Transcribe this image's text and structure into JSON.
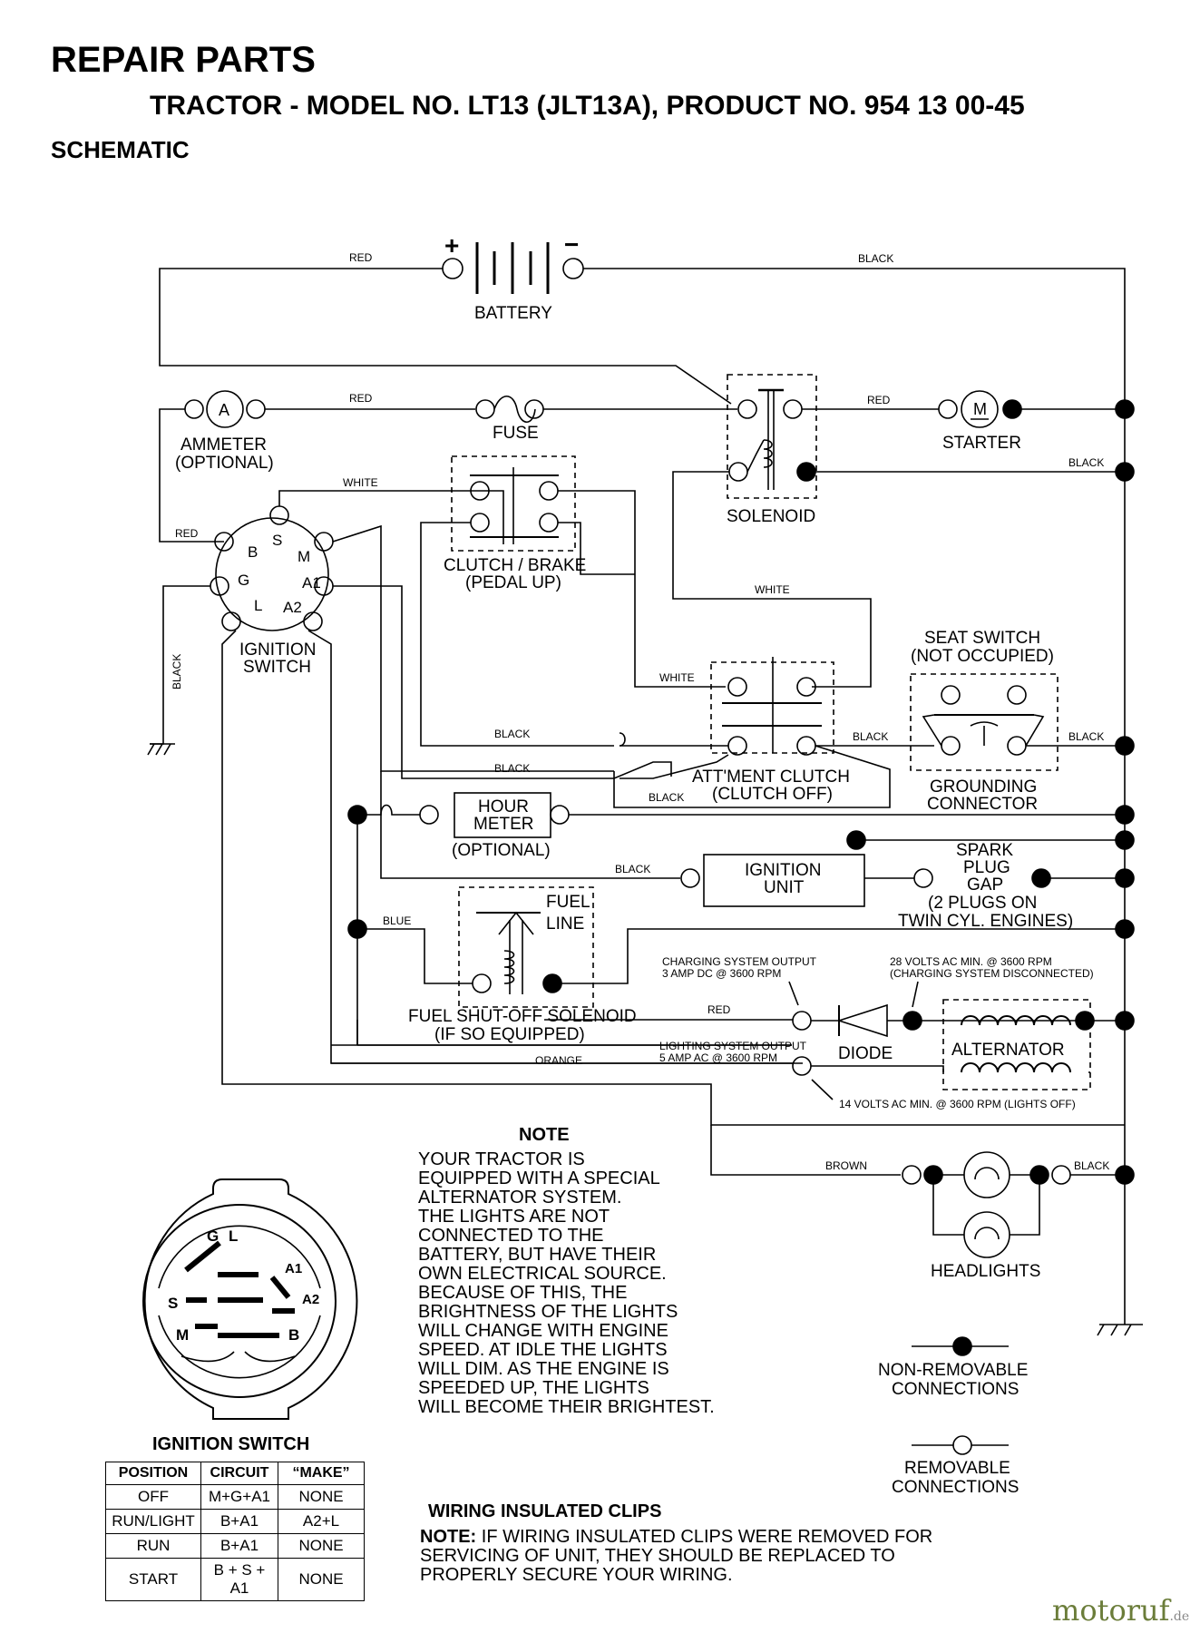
{
  "header": {
    "title": "REPAIR PARTS",
    "subtitle": "TRACTOR - MODEL NO. LT13 (JLT13A), PRODUCT NO. 954 13 00-45",
    "section": "SCHEMATIC"
  },
  "components": {
    "battery": "BATTERY",
    "battery_plus": "+",
    "battery_minus": "−",
    "ammeter": "AMMETER",
    "ammeter_sub": "(OPTIONAL)",
    "ammeter_symbol": "A",
    "fuse": "FUSE",
    "solenoid": "SOLENOID",
    "starter": "STARTER",
    "starter_symbol": "M",
    "clutch_brake": "CLUTCH / BRAKE",
    "clutch_brake_sub": "(PEDAL UP)",
    "ignition_switch": "IGNITION",
    "ignition_switch_2": "SWITCH",
    "seat_switch": "SEAT SWITCH",
    "seat_switch_sub": "(NOT OCCUPIED)",
    "attment_clutch": "ATT'MENT CLUTCH",
    "attment_clutch_sub": "(CLUTCH OFF)",
    "grounding": "GROUNDING",
    "grounding_2": "CONNECTOR",
    "hour_meter": "HOUR",
    "hour_meter_2": "METER",
    "hour_meter_sub": "(OPTIONAL)",
    "ignition_unit": "IGNITION",
    "ignition_unit_2": "UNIT",
    "spark_plug_1": "SPARK",
    "spark_plug_2": "PLUG",
    "spark_plug_3": "GAP",
    "spark_plug_4": "(2 PLUGS ON",
    "spark_plug_5": "TWIN CYL. ENGINES)",
    "fuel_line": "FUEL",
    "fuel_line_2": "LINE",
    "fuel_solenoid": "FUEL SHUT-OFF SOLENOID",
    "fuel_solenoid_sub": "(IF SO EQUIPPED)",
    "diode": "DIODE",
    "alternator": "ALTERNATOR",
    "headlights": "HEADLIGHTS",
    "charging_1": "CHARGING SYSTEM OUTPUT",
    "charging_2": "3 AMP DC @ 3600 RPM",
    "volts28_1": "28 VOLTS AC MIN. @ 3600 RPM",
    "volts28_2": "(CHARGING SYSTEM DISCONNECTED)",
    "lighting_1": "LIGHTING SYSTEM OUTPUT",
    "lighting_2": "5 AMP AC @ 3600 RPM",
    "volts14": "14 VOLTS AC MIN. @ 3600 RPM (LIGHTS OFF)",
    "nonremovable_1": "NON-REMOVABLE",
    "nonremovable_2": "CONNECTIONS",
    "removable_1": "REMOVABLE",
    "removable_2": "CONNECTIONS"
  },
  "terminals": {
    "b": "B",
    "s": "S",
    "m": "M",
    "g": "G",
    "a1": "A1",
    "l": "L",
    "a2": "A2"
  },
  "wires": {
    "red": "RED",
    "black": "BLACK",
    "white": "WHITE",
    "blue": "BLUE",
    "orange": "ORANGE",
    "brown": "BROWN"
  },
  "note": {
    "title": "NOTE",
    "lines": [
      "YOUR TRACTOR IS",
      "EQUIPPED WITH A SPECIAL",
      "ALTERNATOR SYSTEM.",
      "THE LIGHTS ARE NOT",
      "CONNECTED TO THE",
      "BATTERY, BUT HAVE THEIR",
      "OWN ELECTRICAL SOURCE.",
      "BECAUSE OF THIS, THE",
      "BRIGHTNESS OF THE LIGHTS",
      "WILL CHANGE WITH ENGINE",
      "SPEED.  AT IDLE THE LIGHTS",
      "WILL DIM.  AS THE ENGINE IS",
      "SPEEDED UP, THE LIGHTS",
      "WILL BECOME THEIR BRIGHTEST."
    ]
  },
  "ignition_table": {
    "title": "IGNITION SWITCH",
    "headers": [
      "POSITION",
      "CIRCUIT",
      "“MAKE”"
    ],
    "rows": [
      [
        "OFF",
        "M+G+A1",
        "NONE"
      ],
      [
        "RUN/LIGHT",
        "B+A1",
        "A2+L"
      ],
      [
        "RUN",
        "B+A1",
        "NONE"
      ],
      [
        "START",
        "B + S + A1",
        "NONE"
      ]
    ]
  },
  "clips": {
    "title": "WIRING INSULATED CLIPS",
    "note_label": "NOTE:",
    "lines": [
      " IF WIRING INSULATED CLIPS WERE REMOVED FOR",
      "SERVICING OF UNIT, THEY SHOULD BE REPLACED TO",
      "PROPERLY SECURE YOUR WIRING."
    ]
  },
  "watermark": {
    "brand": "motoruf",
    "tld": ".de"
  }
}
